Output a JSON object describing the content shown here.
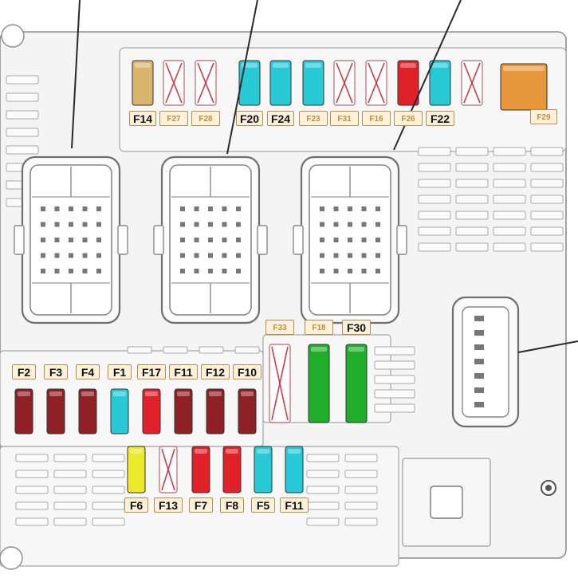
{
  "colors": {
    "housing": "#f4f4f4",
    "housing_stroke": "#8e8e8e",
    "connector_stroke": "#6f6f6f",
    "label_bg": "#fdf1dc",
    "label_border": "#b78c53",
    "leader_line": "#2a2a2a",
    "fuse_brown": "#8f2026",
    "fuse_red": "#e0212a",
    "fuse_cyan": "#27c9d6",
    "fuse_tan": "#d9b46c",
    "fuse_orange": "#e8963c",
    "fuse_yellow": "#ece82a",
    "fuse_green": "#1fae2a",
    "empty_slot_x": "#d23a48"
  },
  "fuse_box": {
    "top_row": [
      {
        "label": "F14",
        "fuse": "tan"
      },
      {
        "label": "F27",
        "fuse": "empty"
      },
      {
        "label": "F28",
        "fuse": "empty"
      },
      {
        "label": "F20",
        "fuse": "cyan"
      },
      {
        "label": "F24",
        "fuse": "cyan"
      },
      {
        "label": "F23",
        "fuse": "cyan"
      },
      {
        "label": "F31",
        "fuse": "empty"
      },
      {
        "label": "F16",
        "fuse": "empty"
      },
      {
        "label": "F26",
        "fuse": "red"
      },
      {
        "label": "F22",
        "fuse": "cyan"
      },
      {
        "label": "",
        "fuse": "empty"
      }
    ],
    "top_right_fuse": {
      "label": "F29",
      "fuse": "orange"
    },
    "middle_row": [
      {
        "label": "F33",
        "fuse": "empty"
      },
      {
        "label": "F18",
        "fuse": "green"
      },
      {
        "label": "F30",
        "fuse": "green"
      }
    ],
    "lower_row": [
      {
        "label": "F2",
        "fuse": "brown"
      },
      {
        "label": "F3",
        "fuse": "brown"
      },
      {
        "label": "F4",
        "fuse": "brown"
      },
      {
        "label": "F1",
        "fuse": "cyan"
      },
      {
        "label": "F17",
        "fuse": "red"
      },
      {
        "label": "F11",
        "fuse": "brown"
      },
      {
        "label": "F12",
        "fuse": "brown"
      },
      {
        "label": "F10",
        "fuse": "brown"
      }
    ],
    "bottom_row": [
      {
        "label": "F6",
        "fuse": "yellow"
      },
      {
        "label": "F13",
        "fuse": "empty"
      },
      {
        "label": "F7",
        "fuse": "red"
      },
      {
        "label": "F8",
        "fuse": "red"
      },
      {
        "label": "F5",
        "fuse": "cyan"
      },
      {
        "label": "F11",
        "fuse": "cyan"
      }
    ],
    "connectors": [
      {
        "name": "connector-left"
      },
      {
        "name": "connector-middle"
      },
      {
        "name": "connector-right"
      },
      {
        "name": "connector-side"
      }
    ]
  }
}
